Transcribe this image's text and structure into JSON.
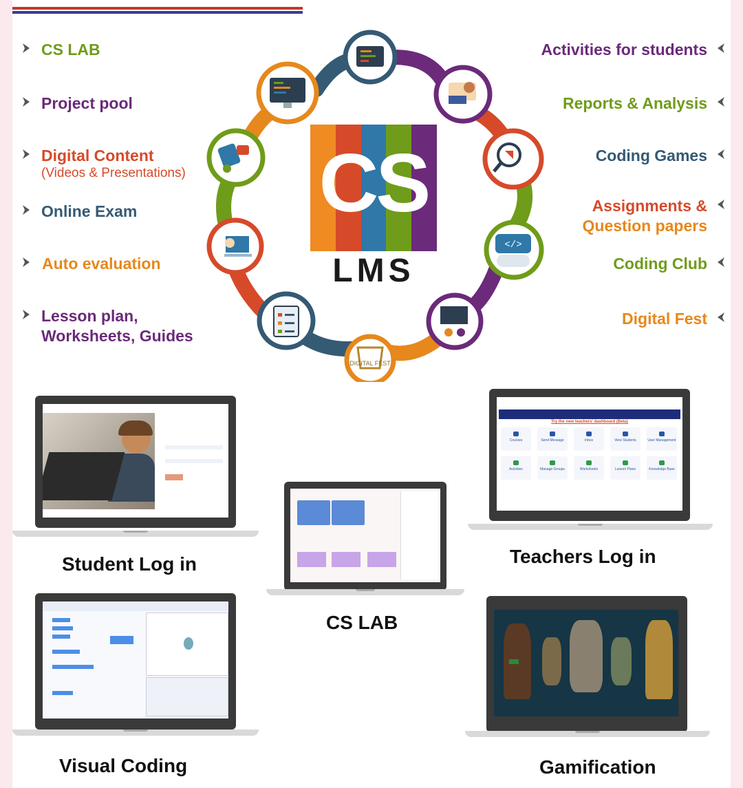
{
  "left_features": [
    {
      "label": "CS LAB",
      "color": "#6f9c1a"
    },
    {
      "label": "Project pool",
      "color": "#6b2a7a"
    },
    {
      "label": "Digital Content",
      "sub": "(Videos & Presentations)",
      "color": "#d64a2a"
    },
    {
      "label": "Online Exam",
      "color": "#355a74"
    },
    {
      "label": "Auto evaluation",
      "color": "#e6881c"
    },
    {
      "label": "Lesson plan,",
      "label2": "Worksheets, Guides",
      "color": "#6b2a7a"
    }
  ],
  "right_features": [
    {
      "label": "Activities for students",
      "color": "#6b2a7a"
    },
    {
      "label": "Reports & Analysis",
      "color": "#6f9c1a"
    },
    {
      "label": "Coding Games",
      "color": "#355a74"
    },
    {
      "label": "Assignments &",
      "label2": "Question papers",
      "color": "#d64a2a",
      "color2": "#e6881c"
    },
    {
      "label": "Coding Club",
      "color": "#6f9c1a"
    },
    {
      "label": "Digital Fest",
      "color": "#e6881c"
    }
  ],
  "logo": {
    "big": "CS",
    "small": "LMS",
    "stripes": [
      "#f08a22",
      "#d64a2a",
      "#2f78a8",
      "#6f9c1a",
      "#6b2a7a"
    ]
  },
  "ring_badge": {
    "text": "DIGITAL FEST"
  },
  "captions": {
    "student": "Student Log in",
    "teachers": "Teachers Log in",
    "cslab": "CS LAB",
    "visual": "Visual Coding",
    "gamification": "Gamification"
  },
  "teacher_screen": {
    "banner": "Try the new teachers' dashboard (Beta)",
    "tiles": [
      "Courses",
      "Send Message",
      "Inbox",
      "View Students",
      "User Management",
      "Activities",
      "Manage Groups",
      "Worksheets",
      "Lesson Plans",
      "Knowledge Base"
    ]
  },
  "colors": {
    "purple": "#6b2a7a",
    "green": "#6f9c1a",
    "red": "#d64a2a",
    "orange": "#e6881c",
    "slate": "#355a74"
  }
}
